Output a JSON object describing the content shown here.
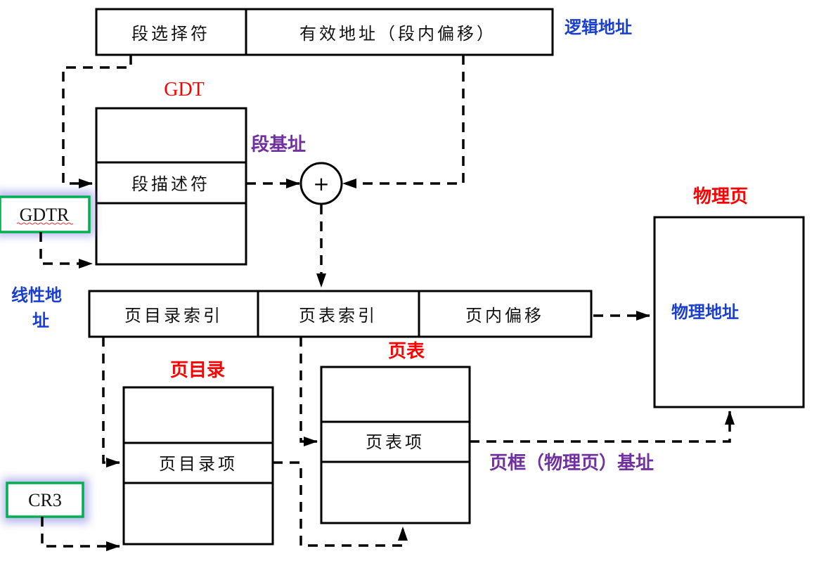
{
  "logical_address": {
    "label": "逻辑地址",
    "fields": [
      "段选择符",
      "有效地址（段内偏移）"
    ]
  },
  "gdt": {
    "title": "GDT",
    "entry": "段描述符"
  },
  "segment_base_label": "段基址",
  "adder_symbol": "+",
  "gdtr": {
    "label": "GDTR"
  },
  "linear_address": {
    "label_line1": "线性地",
    "label_line2": "址",
    "fields": [
      "页目录索引",
      "页表索引",
      "页内偏移"
    ]
  },
  "page_directory": {
    "title": "页目录",
    "entry": "页目录项"
  },
  "page_table": {
    "title": "页表",
    "entry": "页表项"
  },
  "cr3": {
    "label": "CR3"
  },
  "physical_page": {
    "title": "物理页",
    "address_label": "物理地址"
  },
  "page_frame_base_label": "页框（物理页）基址",
  "colors": {
    "title_red": "#ff0000",
    "label_blue": "#1a3fd0",
    "label_purple": "#7030a0",
    "register_border": "#00b050",
    "register_glow": "#8080e0"
  }
}
